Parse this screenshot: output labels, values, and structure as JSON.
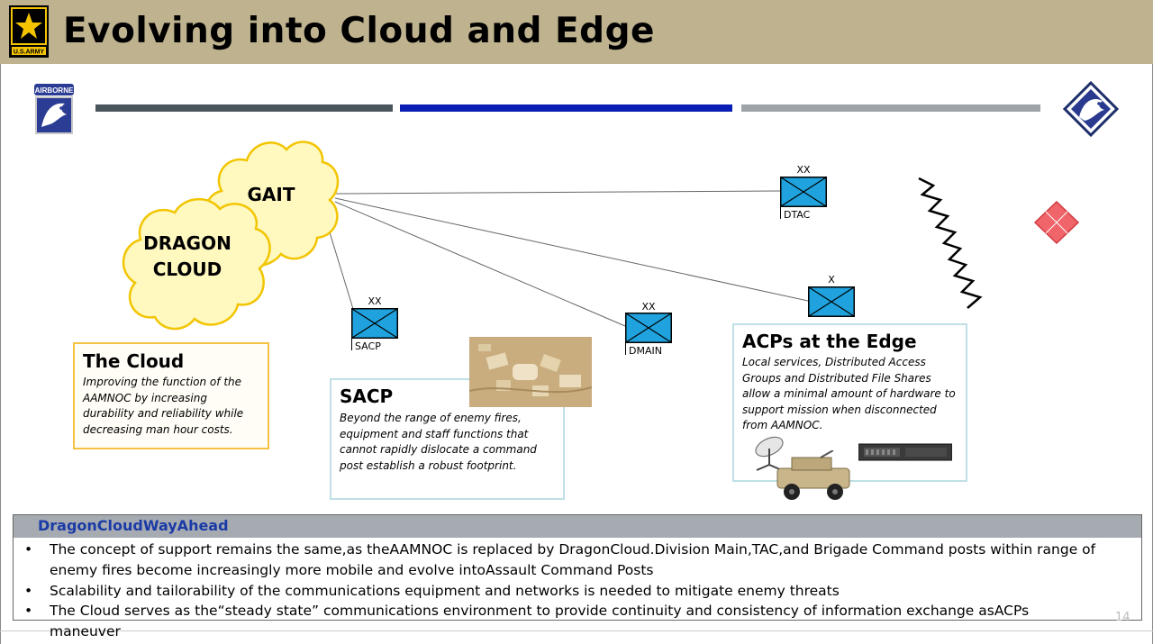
{
  "header": {
    "title": "Evolving into Cloud and Edge",
    "logo_text": "U.S.ARMY",
    "background_color": "#bfb38f"
  },
  "insignia": {
    "left_patch_text": "AIRBORNE",
    "left_icon": "xviii-airborne-corps-dragon-icon",
    "right_icon": "dragon-diamond-patch-icon"
  },
  "clouds": {
    "gait": "GAIT",
    "dragon_line1": "DRAGON",
    "dragon_line2": "CLOUD",
    "fill_color": "#fff8bf",
    "stroke_color": "#f2c500"
  },
  "units": {
    "dtac": {
      "echelon": "XX",
      "name": "DTAC"
    },
    "sacp": {
      "echelon": "XX",
      "name": "SACP"
    },
    "dmain": {
      "echelon": "XX",
      "name": "DMAIN"
    },
    "acp": {
      "echelon": "X"
    },
    "box_fill": "#1fa2dd"
  },
  "panels": {
    "cloud": {
      "title": "The Cloud",
      "text": "Improving the function of the AAMNOC by increasing durability and reliability while decreasing man hour costs.",
      "border_color": "#f5c242"
    },
    "sacp": {
      "title": "SACP",
      "text": "Beyond the range of enemy fires, equipment and staff functions that cannot rapidly dislocate a command post establish a robust footprint.",
      "border_color": "#bfe0e6"
    },
    "edge": {
      "title": "ACPs at the Edge",
      "text": "Local  services, Distributed Access Groups and Distributed File Shares allow a minimal amount of hardware to support mission when disconnected from AAMNOC.",
      "border_color": "#bfe0e6"
    }
  },
  "way_ahead": {
    "title": "DragonCloudWayAhead",
    "bullet_symbol": "•",
    "bullets": [
      "The concept of support remains the same,as theAAMNOC is replaced by DragonCloud.Division Main,TAC,and Brigade Command posts within range of enemy fires become increasingly more mobile and evolve intoAssault Command Posts",
      "Scalability and tailorability of the communications equipment and networks is needed to mitigate enemy threats",
      "The Cloud serves as the“steady state” communications environment to provide continuity and consistency of information exchange asACPs maneuver"
    ]
  },
  "page_number": "14",
  "colors": {
    "bar_dark": "#4a555b",
    "bar_blue": "#0a1fb4",
    "bar_gray": "#9ca3a9",
    "enemy_red": "#f0656a"
  }
}
